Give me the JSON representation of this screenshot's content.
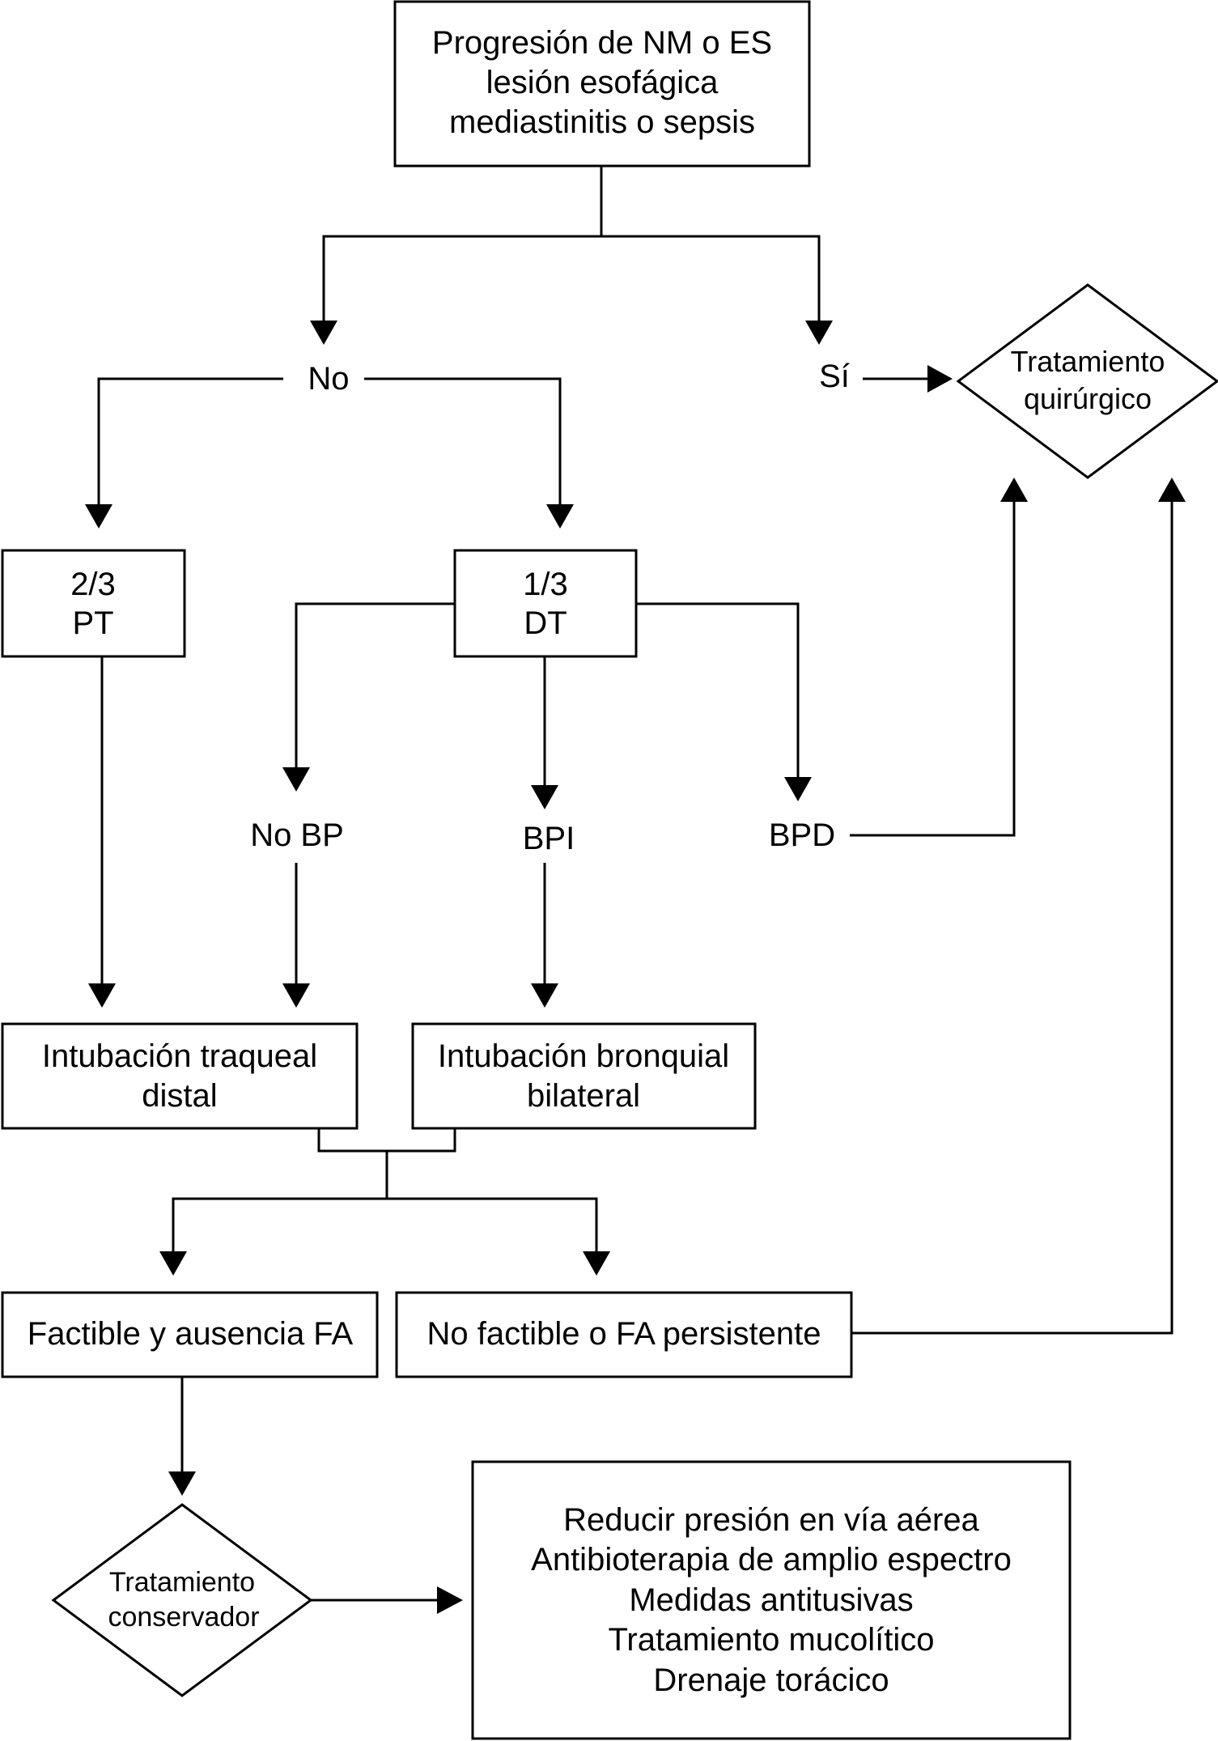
{
  "start": {
    "lines": [
      "Progresión de NM o ES",
      "lesión esofágica",
      "mediastinitis o sepsis"
    ]
  },
  "branch": {
    "no": "No",
    "yes": "Sí"
  },
  "surgical": {
    "lines": [
      "Tratamiento",
      "quirúrgico"
    ]
  },
  "pt_box": {
    "lines": [
      "2/3",
      "PT"
    ]
  },
  "dt_box": {
    "lines": [
      "1/3",
      "DT"
    ]
  },
  "dt_branches": {
    "no_bp": "No BP",
    "bpi": "BPI",
    "bpd": "BPD"
  },
  "tracheal": {
    "lines": [
      "Intubación traqueal",
      "distal"
    ]
  },
  "bronchial": {
    "lines": [
      "Intubación bronquial",
      "bilateral"
    ]
  },
  "feasible": {
    "label": "Factible y ausencia FA"
  },
  "not_feasible": {
    "label": "No factible o FA persistente"
  },
  "conservative": {
    "lines": [
      "Tratamiento",
      "conservador"
    ]
  },
  "measures": {
    "lines": [
      "Reducir presión en vía aérea",
      "Antibioterapia de amplio espectro",
      "Medidas antitusivas",
      "Tratamiento mucolítico",
      "Drenaje torácico"
    ]
  },
  "colors": {
    "stroke": "#000000",
    "background": "#ffffff"
  }
}
